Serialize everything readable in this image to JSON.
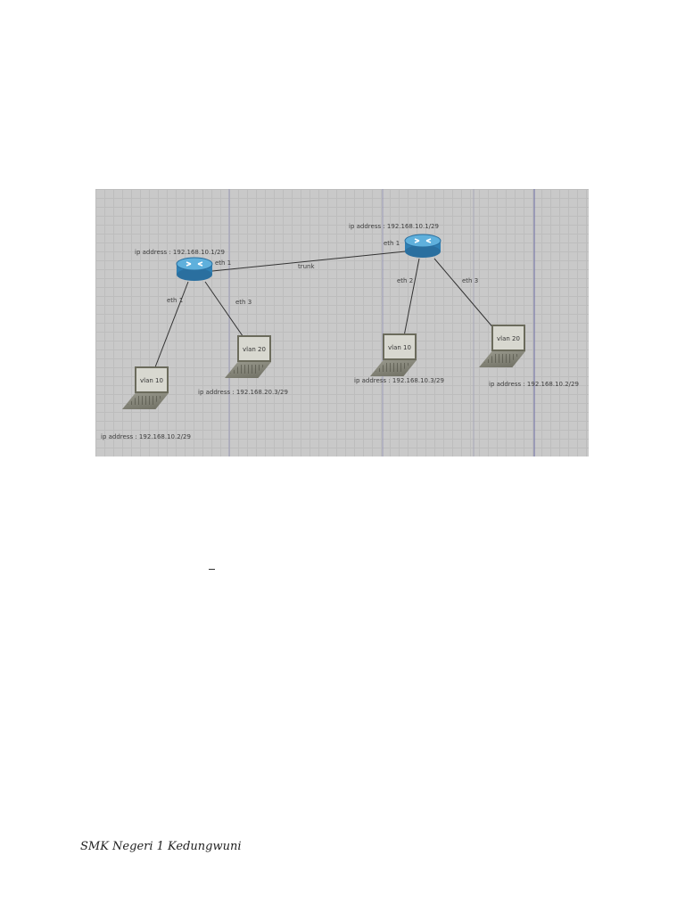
{
  "diagram": {
    "router_left": {
      "ip_label": "ip address : 192.168.10.1/29",
      "port_eth1": "eth 1",
      "port_eth3": "eth 3",
      "port_uplink": "eth 1"
    },
    "router_right": {
      "ip_label": "ip address : 192.168.10.1/29",
      "port_uplink": "eth 1",
      "port_eth2": "eth 2",
      "port_eth3": "eth 3"
    },
    "trunk_label": "trunk",
    "laptops": [
      {
        "vlan": "vlan 10",
        "ip": "ip address : 192.168.10.2/29"
      },
      {
        "vlan": "vlan 20",
        "ip": "ip address : 192.168.20.3/29"
      },
      {
        "vlan": "vlan 10",
        "ip": "ip address : 192.168.10.3/29"
      },
      {
        "vlan": "vlan 20",
        "ip": "ip address : 192.168.10.2/29"
      }
    ]
  },
  "colors": {
    "background": "#c9c9c9",
    "router": "#3b8fc4",
    "link": "#333333"
  },
  "footer": {
    "text": "SMK Negeri 1 Kedungwuni"
  }
}
